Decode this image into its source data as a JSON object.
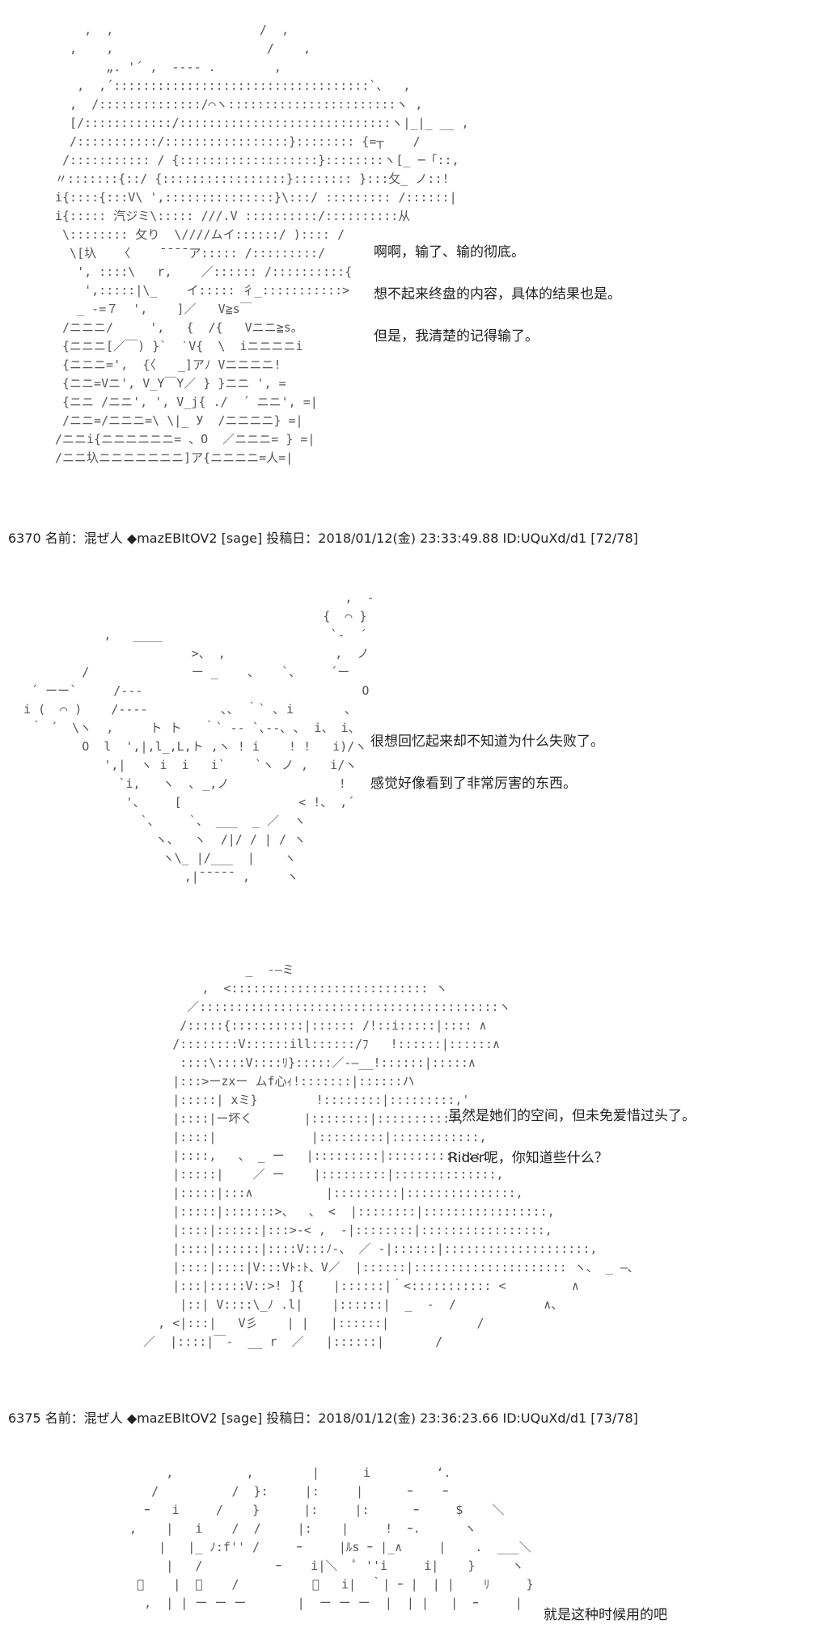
{
  "blocks": [
    {
      "art": [
        "    ,  ,                    /  ,",
        "  ,    ,                     /    ,",
        "       „. '´ ,  -‐-- .        ,",
        "   ,  ,´:::::::::::::::::::::::::::::::::::`、  ,",
        "  ,  /::::::::::::::/⌒ヽ:::::::::::::::::::::::ヽ ,",
        "  [/::::::::::::/:::::::::::::::::::::::::::::ヽ|_|_ __ ,",
        "  /:::::::::::/:::::::::::::::::}:::::::: {=┬    /",
        " /::::::::::: / {:::::::::::::::::::}::::::::ヽ[_ ─「::,",
        "〃:::::::{::/ {:::::::::::::::::}:::::::: }:::攵_ ノ::!",
        "i{::::{:::V\\ ',:::::::::::::::}\\:::/ ::::::::: /::::::|",
        "i{::::: 汽ジミ\\::::: ///.V ::::::::::/::::::::::从",
        " \\:::::::: 攵り  \\////ムイ::::::/ ):::: /",
        "  \\[圦   〈    ˉˉˉˉア::::: /:::::::::/",
        "   ', ::::\\   r,    ／:::::: /::::::::::{",
        "    ',:::::|\\_    イ::::: 彳_:::::::::::>",
        "   _ -=７  ',    ]／   V≧s￣",
        " /ニニニ/     ',   {  /{   Vニニ≧s。",
        " {ニニニ[／￣) }`  ˋV{  \\  iニニニニi",
        " {ニニニ=',  {〈   _]アﾉ Vニニニニ!",
        " {ニニ=Vニ', V_Y￣Y／ } }ニニ ', =",
        " {ニニ /ニニ', ', V_j{ ./  ´ ニニ', =|",
        " /ニニ=/ニニニ=\\ \\|_ У  /ニニニニ} =|",
        "/ニニi{ニニニニニニ= 、O  ／ニニニ= } =|",
        "/ニニ圦ニニニニニニニ]ア{ニニニニ=人=|"
      ],
      "dialogue": [
        "啊啊，输了、输的彻底。",
        "想不起来终盘的内容，具体的结果也是。",
        "但是，我清楚的记得输了。"
      ],
      "header": "6370 名前：混ぜ人 ◆mazEBItOV2 [sage] 投稿日：2018/01/12(金) 23:33:49.88 ID:UQuXd/d1 [72/78]"
    },
    {
      "art": [
        "                                             ,  -",
        "                                          {  ⌒ }",
        "            ,   ____                       `-  ´",
        "                        >、 ,               ,  ノ",
        "         /              ー _    、   `、    ´ー",
        "  ´ ーー`     /---                              O",
        " i (  ⌒ )    /----          、、 ｀` ､ i       ､",
        "  ｀ ´  \\ヽ  ,     ト ト   ｀` -- `､‐‐､ ､  i、 i、",
        "         O  l  ',|,l_,L,ト ,ヽ ! i    ! !   i)/ヽ",
        "            ',|  ヽ i  i   i`    `ヽ ノ ,   i/ヽ",
        "              `i,   ヽ  ､ _,ノ               !",
        "               '、    [                < !、 ,´",
        "                 `、    `、 ___  _ ／  ヽ",
        "                   ヽ、  ヽ  /|/ / | / ヽ",
        "                    ヽ\\_ |/___  |    ヽ",
        "                       ,|¯¯¯¯¯ ,     ヽ"
      ],
      "dialogue": [
        "很想回忆起来却不知道为什么失败了。",
        "感觉好像看到了非常厉害的东西。"
      ]
    },
    {
      "art": [
        "                 _  -―ミ",
        "           ,  <::::::::::::::::::::::::::: ヽ",
        "         ／:::::::::::::::::::::::::::::::::::::::::ヽ",
        "        /:::::{::::::::::|:::::: /!::i:::::|:::: ∧",
        "       /::::::::V::::::ill::::::/ﾌ   !::::::|::::::∧",
        "        ::::\\::::V::::ﾘ}:::::／-―__!::::::|:::::∧",
        "       |:::>ーzxー ムf心ｨ!:::::::|::::::ハ",
        "       |:::::| xミ}        !::::::::|:::::::::,'",
        "       |::::|ー坏く       |::::::::|:::::::::::,",
        "       |::::|             |:::::::::|::::::::::::,",
        "       |::::,   、 _ ー   |:::::::::|::::::::::::::,",
        "       |:::::|    ／ ー    |:::::::::|::::::::::::::,",
        "       |:::::|:::∧          |:::::::::|:::::::::::::::,",
        "       |:::::|:::::::>、  、 <  |::::::::|:::::::::::::::::,",
        "       |::::|::::::|:::>-< ,  ‐|::::::::|:::::::::::::::::,",
        "       |::::|::::::|::::V:::ﾉ-、 ／ ‐|::::::|::::::::::::::::::::,",
        "       |::::|::::|V:::Vﾄ:ﾄ、V／  |::::::|::::::::::::::::::::: ヽ、 _ ―､",
        "       |:::|:::::V::>! ]{    |::::::|｀<::::::::::: <         ∧",
        "        |::| V::::\\_ﾉ .l|    |::::::|  _  -  /            ∧、",
        "     , <|:::|   V彡    | |   |::::::|            /",
        "   ／  |::::|￣-  __ r  ／   |::::::|       /"
      ],
      "dialogue": [
        "虽然是她们的空间，但未免爱惜过头了。",
        "Rider呢，你知道些什么？"
      ],
      "header": "6375 名前：混ぜ人 ◆mazEBItOV2 [sage] 投稿日：2018/01/12(金) 23:36:23.66 ID:UQuXd/d1 [73/78]"
    },
    {
      "art": [
        "       ,          ,        |      i         ‘.",
        "     /          /  }:     |:     |      ｰ    ｰ",
        "    ｰ   i     /    }      |:     |:      ｰ     $    ＼",
        "  ,    |   i    /  /     |:    |     !  ｰ.      ヽ",
        "      |   |_ ﾉ:f'' /     ｰ     |ﾙs ｰ |_∧     |    .  ___＼",
        "       |   /          ｰ    i|＼  ﾟ ''i     i|    }     ヽ",
        "   ﾟ    |  ｰ    /          ｰ   i|  ｀| ｰ |  | |    ﾘ     }",
        "    ,  | | ー ー ー       |  ー ー ー  |  | |   |  ｰ     |"
      ],
      "dialogue": [
        "就是这种时候用的吧"
      ]
    }
  ]
}
